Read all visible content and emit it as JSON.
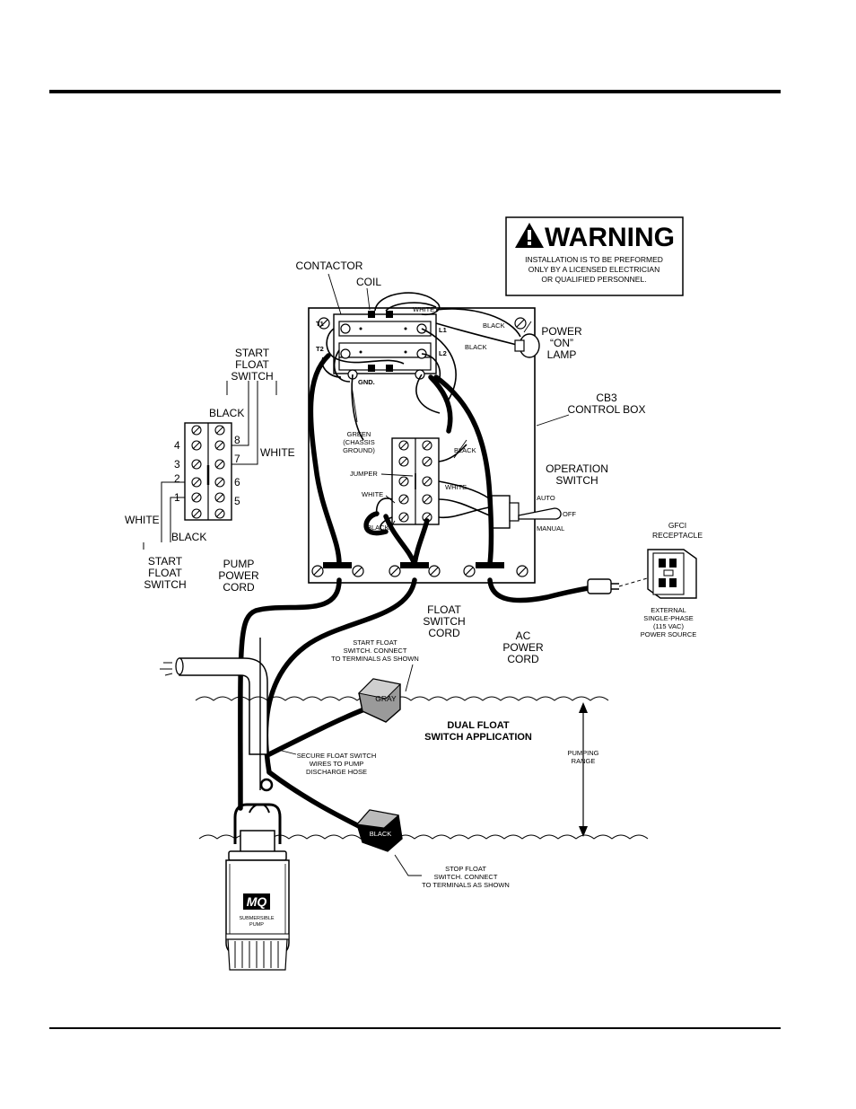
{
  "warning": {
    "title": "WARNING",
    "lines": [
      "INSTALLATION IS TO BE PREFORMED",
      "ONLY BY A LICENSED ELECTRICIAN",
      "OR QUALIFIED PERSONNEL."
    ]
  },
  "labels": {
    "contactor": "CONTACTOR",
    "coil": "COIL",
    "white_top": "WHITE",
    "black_top": "BLACK",
    "black_lamp": "BLACK",
    "t1": "T1",
    "t2": "T2",
    "l1": "L1",
    "l2": "L2",
    "gnd": "GND.",
    "power_lamp": [
      "POWER",
      "“ON”",
      "LAMP"
    ],
    "control_box": [
      "CB3",
      "CONTROL BOX"
    ],
    "start_float_top": [
      "START",
      "FLOAT",
      "SWITCH"
    ],
    "start_float_bottom": [
      "START",
      "FLOAT",
      "SWITCH"
    ],
    "black_left_top": "BLACK",
    "white_left_right": "WHITE",
    "white_left_left": "WHITE",
    "black_left_bottom": "BLACK",
    "term_left": [
      "4",
      "3",
      "2",
      "1"
    ],
    "term_right": [
      "8",
      "7",
      "6",
      "5"
    ],
    "green_chassis": [
      "GREEN",
      "(CHASSIS",
      "GROUND)"
    ],
    "jumper": "JUMPER",
    "black_tb": "BLACK",
    "white_tb_right": "WHITE",
    "white_tb_left": "WHITE",
    "black_tb_left": "BLACK",
    "operation_switch": [
      "OPERATION",
      "SWITCH"
    ],
    "auto": "AUTO",
    "off": "OFF",
    "manual": "MANUAL",
    "gfci": [
      "GFCI",
      "RECEPTACLE"
    ],
    "external_power": [
      "EXTERNAL",
      "SINGLE-PHASE",
      "(115 VAC)",
      "POWER SOURCE"
    ],
    "pump_power_cord": [
      "PUMP",
      "POWER",
      "CORD"
    ],
    "float_switch_cord": [
      "FLOAT",
      "SWITCH",
      "CORD"
    ],
    "ac_power_cord": [
      "AC",
      "POWER",
      "CORD"
    ],
    "start_float_note": [
      "START FLOAT",
      "SWITCH. CONNECT",
      "TO TERMINALS AS SHOWN"
    ],
    "gray": "GRAY",
    "black_float": "BLACK",
    "dual_float": [
      "DUAL FLOAT",
      "SWITCH APPLICATION"
    ],
    "pumping_range": [
      "PUMPING",
      "RANGE"
    ],
    "secure_note": [
      "SECURE FLOAT SWITCH",
      "WIRES TO PUMP",
      "DISCHARGE HOSE"
    ],
    "stop_float_note": [
      "STOP FLOAT",
      "SWITCH. CONNECT",
      "TO TERMINALS AS SHOWN"
    ],
    "pump_brand": "MQ",
    "pump_text": [
      "SUBMERSIBLE",
      "PUMP"
    ]
  }
}
